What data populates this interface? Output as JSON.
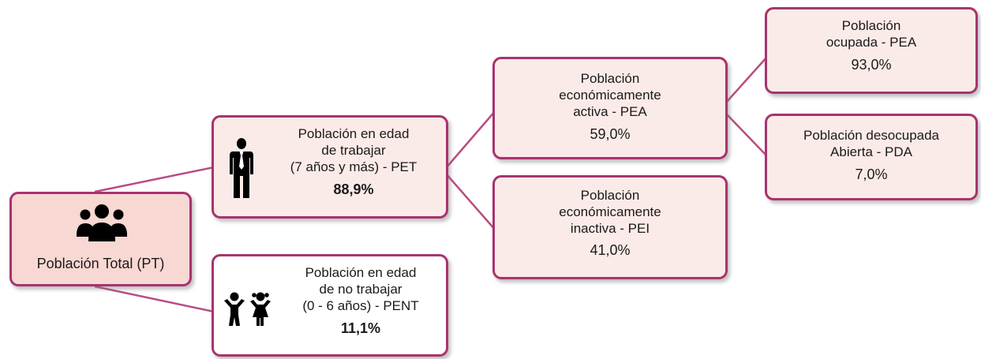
{
  "nodes": {
    "pt": {
      "label": "Población Total (PT)",
      "icon": "people-group-icon"
    },
    "pet": {
      "lines": [
        "Población en edad",
        "de trabajar",
        "(7 años y más) - PET"
      ],
      "value": "88,9%",
      "icon": "man-in-suit-icon"
    },
    "pent": {
      "lines": [
        "Población en edad",
        "de no trabajar",
        "(0 - 6 años) - PENT"
      ],
      "value": "11,1%",
      "icon": "children-icon"
    },
    "pea": {
      "lines": [
        "Población",
        "económicamente",
        "activa - PEA"
      ],
      "value": "59,0%"
    },
    "pei": {
      "lines": [
        "Población",
        "económicamente",
        "inactiva - PEI"
      ],
      "value": "41,0%"
    },
    "ocupada": {
      "lines": [
        "Población",
        "ocupada - PEA"
      ],
      "value": "93,0%"
    },
    "desocupada": {
      "lines": [
        "Población desocupada",
        "Abierta - PDA"
      ],
      "value": "7,0%"
    }
  },
  "colors": {
    "border": "#a8336f",
    "connector": "#b84d82",
    "fill_light": "#fbebe8",
    "fill_pt": "#f8d8d2",
    "fill_white": "#ffffff"
  }
}
